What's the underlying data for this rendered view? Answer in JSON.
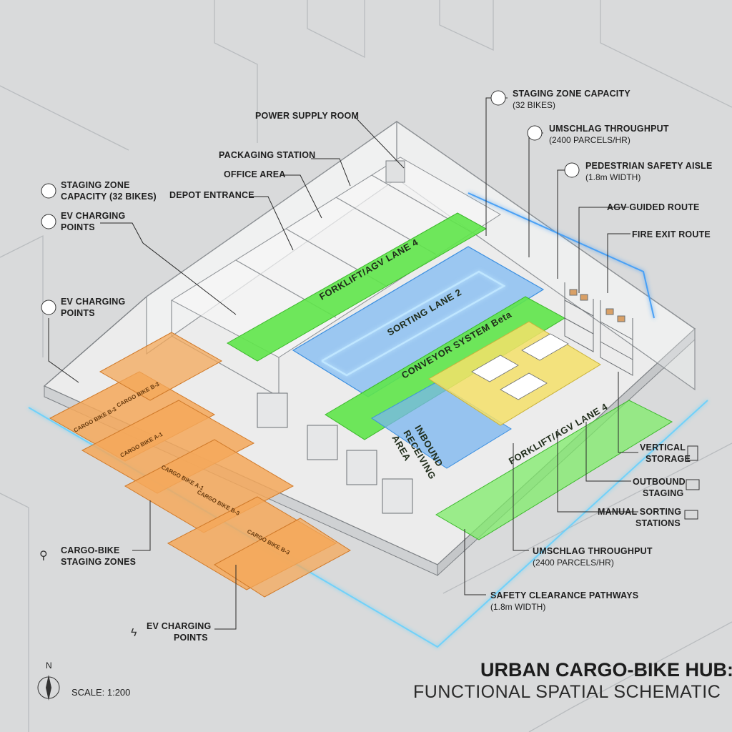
{
  "title": {
    "main": "URBAN CARGO-BIKE HUB:",
    "sub": "FUNCTIONAL SPATIAL SCHEMATIC"
  },
  "compass": {
    "north": "N",
    "scale": "SCALE: 1:200"
  },
  "labels_left": [
    {
      "line1": "STAGING ZONE",
      "line2": "CAPACITY (32 BIKES)",
      "icon": "bike-icon"
    },
    {
      "line1": "EV CHARGING",
      "line2": "POINTS",
      "icon": "bolt-icon"
    },
    {
      "line1": "EV CHARGING",
      "line2": "POINTS",
      "icon": "charger-icon"
    },
    {
      "line1": "CARGO-BIKE",
      "line2": "STAGING ZONES",
      "icon": "bike-icon"
    },
    {
      "line1": "EV CHARGING",
      "line2": "POINTS",
      "icon": "bolt-icon"
    }
  ],
  "labels_top": [
    {
      "text": "POWER SUPPLY ROOM"
    },
    {
      "text": "PACKAGING STATION"
    },
    {
      "text": "OFFICE AREA"
    },
    {
      "text": "DEPOT ENTRANCE"
    }
  ],
  "labels_right": [
    {
      "line1": "STAGING ZONE CAPACITY",
      "line2": "(32 BIKES)",
      "icon": "cube-icon"
    },
    {
      "line1": "UMSCHLAG THROUGHPUT",
      "line2": "(2400 PARCELS/HR)",
      "icon": "parcel-icon"
    },
    {
      "line1": "PEDESTRIAN SAFETY AISLE",
      "line2": "(1.8m WIDTH)",
      "icon": "pedestrian-icon"
    },
    {
      "line1": "AGV GUIDED ROUTE",
      "line2": "",
      "icon": ""
    },
    {
      "line1": "FIRE EXIT ROUTE",
      "line2": "",
      "icon": ""
    },
    {
      "line1": "VERTICAL",
      "line2": "STORAGE",
      "icon": "shelving-icon"
    },
    {
      "line1": "OUTBOUND",
      "line2": "STAGING",
      "icon": "pallet-icon"
    },
    {
      "line1": "MANUAL SORTING",
      "line2": "STATIONS",
      "icon": "workstation-icon"
    },
    {
      "line1": "UMSCHLAG THROUGHPUT",
      "line2": "(2400 PARCELS/HR)",
      "icon": ""
    },
    {
      "line1": "SAFETY CLEARANCE PATHWAYS",
      "line2": "(1.8m WIDTH)",
      "icon": ""
    }
  ],
  "zones": {
    "forklift_lane_top": "FORKLIFT/AGV LANE 4",
    "sorting_lane": "SORTING LANE 2",
    "conveyor": "CONVEYOR SYSTEM Beta",
    "inbound_line1": "INBOUND",
    "inbound_line2": "RECEIVING",
    "inbound_line3": "AREA",
    "forklift_lane_bottom": "FORKLIFT/AGV LANE 4"
  },
  "staging_slots": [
    "CARGO BIKE B-3",
    "CARGO BIKE B-3",
    "CARGO BIKE A-1",
    "CARGO BIKE A-1",
    "CARGO BIKE B-3",
    "CARGO BIKE B-3"
  ],
  "colors": {
    "green_lane": "#5fe64a",
    "blue_sorting": "#5aa9f5",
    "yellow_sorting": "#f4e16a",
    "orange_staging": "#f4a85a",
    "glow": "#5fd0ff"
  }
}
